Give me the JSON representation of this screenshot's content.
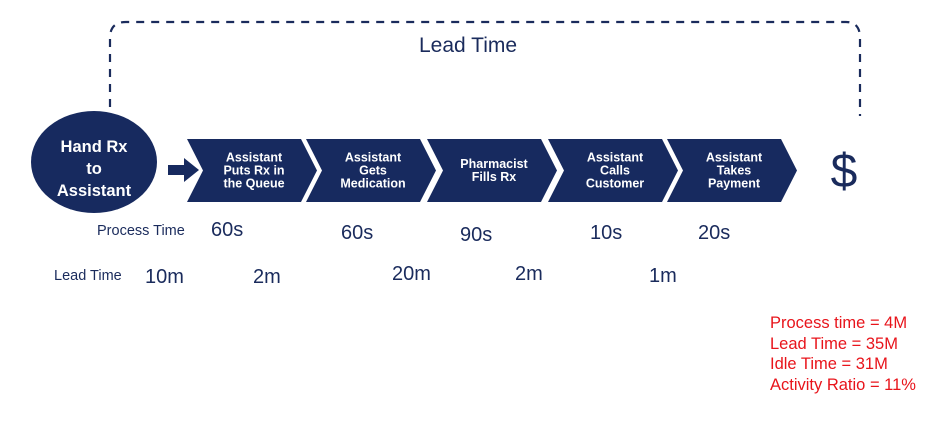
{
  "lead_time_label": "Lead Time",
  "start_step": [
    "Hand Rx",
    "to",
    "Assistant"
  ],
  "steps": [
    {
      "lines": [
        "Assistant",
        "Puts Rx in",
        "the Queue"
      ]
    },
    {
      "lines": [
        "Assistant",
        "Gets",
        "Medication"
      ]
    },
    {
      "lines": [
        "Pharmacist",
        "Fills Rx"
      ]
    },
    {
      "lines": [
        "Assistant",
        "Calls",
        "Customer"
      ]
    },
    {
      "lines": [
        "Assistant",
        "Takes",
        "Payment"
      ]
    }
  ],
  "end_symbol": "$",
  "process_time_row": {
    "label": "Process Time",
    "values": [
      "60s",
      "60s",
      "90s",
      "10s",
      "20s"
    ]
  },
  "lead_time_row": {
    "label": "Lead Time",
    "values": [
      "10m",
      "2m",
      "20m",
      "2m",
      "1m"
    ]
  },
  "summary": {
    "process_time": "Process time = 4M",
    "lead_time": "Lead Time =  35M",
    "idle_time": "Idle Time = 31M",
    "activity_ratio": "Activity Ratio = 11%"
  },
  "colors": {
    "navy": "#172a5f",
    "text_navy": "#1a2b5c",
    "summary_red": "#e8141b"
  }
}
